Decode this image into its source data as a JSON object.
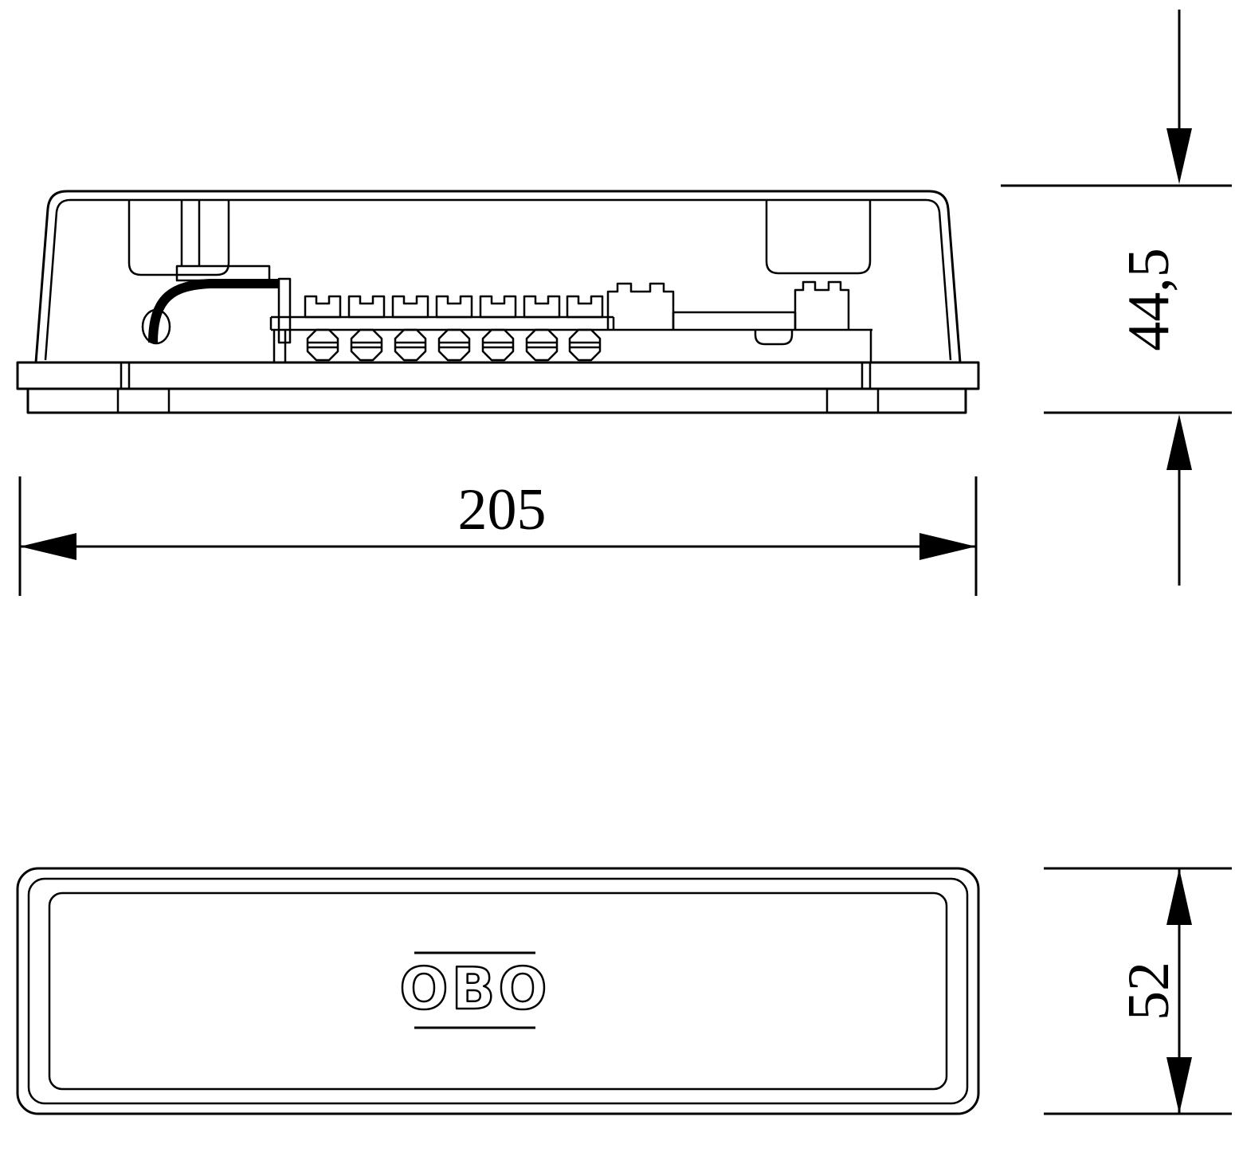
{
  "drawing": {
    "background_color": "#ffffff",
    "line_color": "#000000",
    "logo": {
      "text": "OBO"
    },
    "views": {
      "side": {
        "terminal_count": 7
      }
    },
    "dimensions": {
      "width": {
        "label": "205"
      },
      "height": {
        "label": "44,5"
      },
      "depth": {
        "label": "52"
      }
    }
  }
}
